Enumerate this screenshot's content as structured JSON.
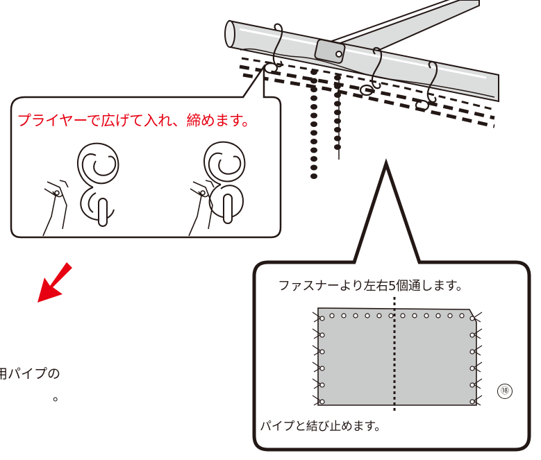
{
  "callout_top": {
    "text": "プライヤーで広げて入れ、締めます。",
    "color": "#e60012"
  },
  "callout_bottom": {
    "text": "ファスナーより左右5個通します。",
    "caption": "パイプと結び止めます。",
    "step_badge": "⑱"
  },
  "side_text": {
    "line1": "用パイプの",
    "line2": "。"
  },
  "colors": {
    "ink": "#231815",
    "arrow": "#e60012",
    "panel": "#c9caca",
    "pipe": "#dcdddd"
  }
}
